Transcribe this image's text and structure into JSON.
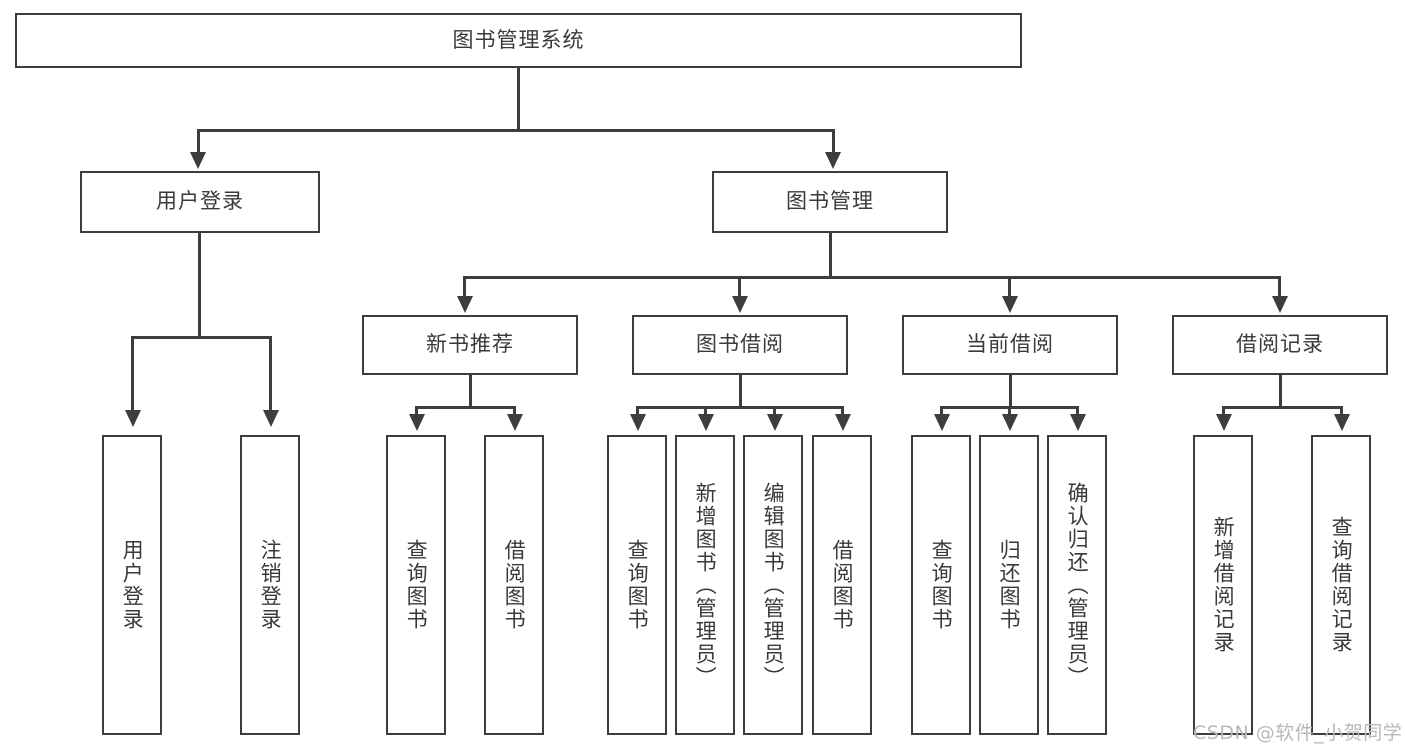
{
  "diagram": {
    "title": "图书管理系统",
    "type": "tree-hierarchy-chart",
    "root": {
      "label": "图书管理系统"
    },
    "level1": [
      {
        "label": "用户登录"
      },
      {
        "label": "图书管理"
      }
    ],
    "level2": [
      {
        "label": "新书推荐"
      },
      {
        "label": "图书借阅"
      },
      {
        "label": "当前借阅"
      },
      {
        "label": "借阅记录"
      }
    ],
    "leaves": {
      "user_login": [
        {
          "label": "用户登录"
        },
        {
          "label": "注销登录"
        }
      ],
      "new_book_recommend": [
        {
          "label": "查询图书"
        },
        {
          "label": "借阅图书"
        }
      ],
      "book_borrow": [
        {
          "label": "查询图书"
        },
        {
          "label": "新增图书（管理员）"
        },
        {
          "label": "编辑图书（管理员）"
        },
        {
          "label": "借阅图书"
        }
      ],
      "current_borrow": [
        {
          "label": "查询图书"
        },
        {
          "label": "归还图书"
        },
        {
          "label": "确认归还（管理员）"
        }
      ],
      "borrow_record": [
        {
          "label": "新增借阅记录"
        },
        {
          "label": "查询借阅记录"
        }
      ]
    }
  },
  "watermark": {
    "text": "CSDN @软件_小贺同学"
  },
  "colors": {
    "stroke": "#3d3d3d",
    "text": "#3a3a3a",
    "background": "#ffffff",
    "watermark": "#b9b9b9"
  }
}
